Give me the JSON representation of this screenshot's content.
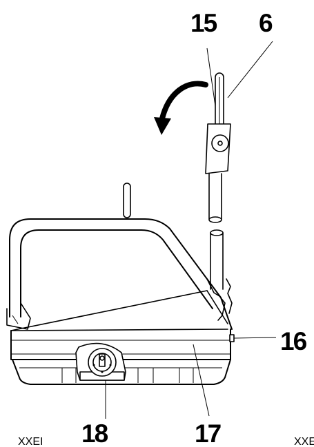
{
  "callouts": {
    "c15": "15",
    "c6": "6",
    "c16": "16",
    "c17": "17",
    "c18": "18"
  },
  "footer": {
    "left": "XXEI",
    "right": "XXE"
  },
  "colors": {
    "ink": "#000000",
    "paper": "#ffffff"
  },
  "icons": {
    "rotation": "curved-arrow-counterclockwise"
  }
}
